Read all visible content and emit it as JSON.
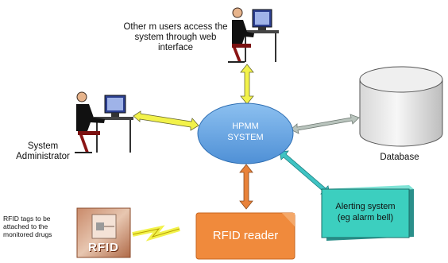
{
  "hub": {
    "line1": "HPMM",
    "line2": "SYSTEM"
  },
  "users": {
    "line1": "Other m users access the",
    "line2": "system through web",
    "line3": "interface"
  },
  "admin": {
    "line1": "System",
    "line2": "Administrator"
  },
  "database": {
    "label": "Database"
  },
  "alerting": {
    "line1": "Alerting system",
    "line2": "(eg alarm bell)"
  },
  "rfid_reader": {
    "label": "RFID reader"
  },
  "rfid_tags": {
    "line1": "RFID tags to be",
    "line2": "attached to the",
    "line3": "monitored drugs"
  },
  "rfid_card": {
    "logo": "RFID"
  },
  "colors": {
    "hub_fill": "#6aa8e4",
    "hub_stroke": "#2f6fb3",
    "arrow_yellow": "#f2f24a",
    "arrow_gray": "#b9c4bd",
    "arrow_teal": "#3fc3c3",
    "arrow_orange": "#e8823a",
    "alert_fill": "#3ccfbf",
    "reader_fill": "#f08a3c"
  }
}
